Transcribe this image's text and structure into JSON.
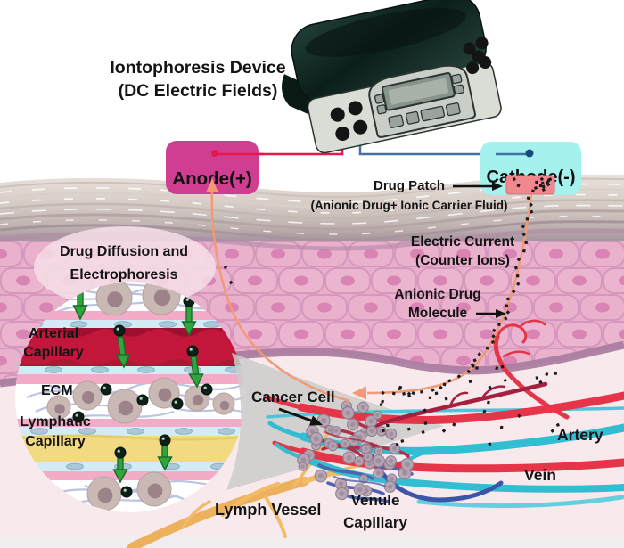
{
  "title": {
    "line1": "Iontophoresis Device",
    "line2": "(DC Electric Fields)"
  },
  "electrodes": {
    "anode": "Anode(+)",
    "cathode": "Cathode(-)"
  },
  "annotations": {
    "drug_patch": "Drug Patch",
    "drug_patch_sub": "(Anionic Drug+ Ionic Carrier Fluid)",
    "electric_current_1": "Electric Current",
    "electric_current_2": "(Counter Ions)",
    "anionic_1": "Anionic Drug",
    "anionic_2": "Molecule",
    "cancer_cell": "Cancer Cell",
    "artery": "Artery",
    "vein": "Vein",
    "lymph_vessel": "Lymph Vessel",
    "venule_1": "Venule",
    "venule_2": "Capillary"
  },
  "inset": {
    "title_1": "Drug Diffusion and",
    "title_2": "Electrophoresis",
    "arterial_1": "Arterial",
    "arterial_2": "Capillary",
    "ecm": "ECM",
    "lymphatic_1": "Lymphatic",
    "lymphatic_2": "Capillary"
  },
  "colors": {
    "anode_magenta": "#cf3e90",
    "cathode_cyan": "#a5f1ee",
    "wire_red": "#e8174b",
    "wire_blue": "#44719f",
    "drug_patch_salmon": "#f2888e",
    "current_path_orange": "#f19a74",
    "artery_red": "#e63448",
    "vein_teal": "#33bdd2",
    "venule_blue": "#3d55a8",
    "lymph_orange": "#f2bb66",
    "diffusion_arrow_green": "#2fa53c",
    "arterial_capillary_red": "#c2173a",
    "lymphatic_capillary_yellow": "#f1da82",
    "epidermis_pink": "#e8aecb",
    "dermis_pink": "#f8e9ec"
  }
}
